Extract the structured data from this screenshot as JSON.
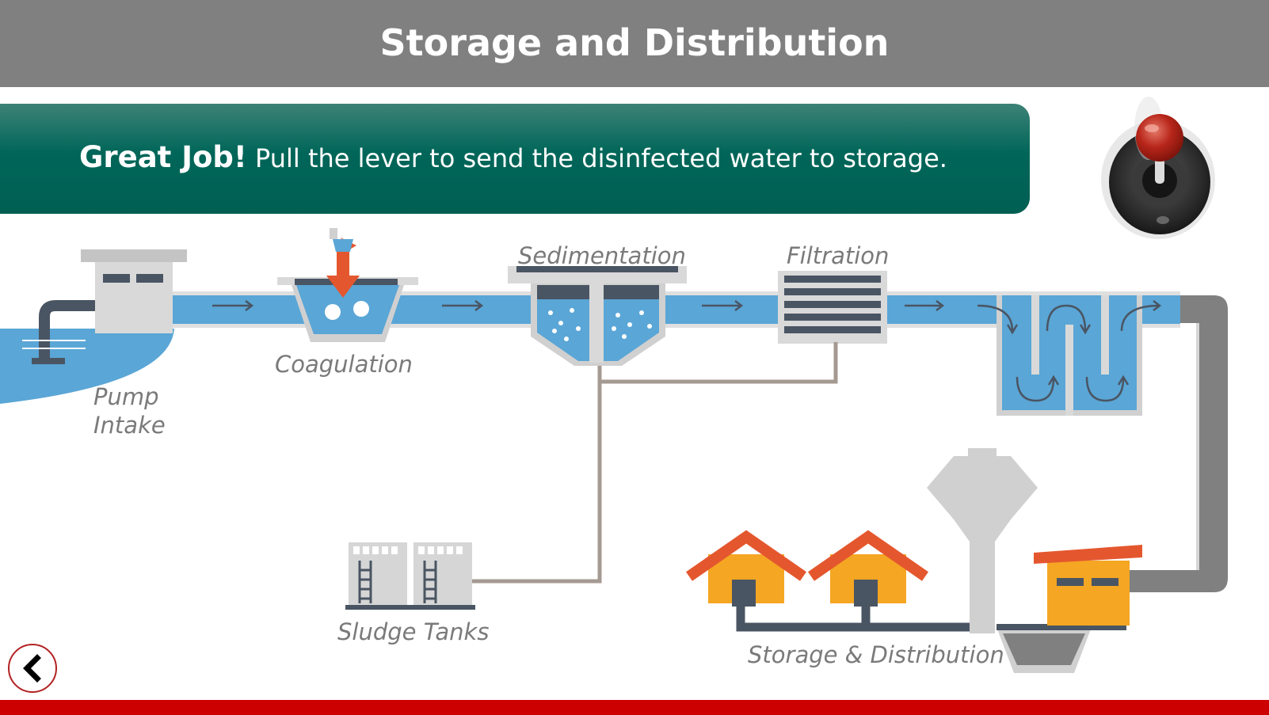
{
  "header": {
    "title": "Storage and Distribution"
  },
  "banner": {
    "emphasis": "Great Job!",
    "message": "Pull the lever to send the disinfected water to storage."
  },
  "diagram": {
    "labels": {
      "pump_intake_line1": "Pump",
      "pump_intake_line2": "Intake",
      "coagulation": "Coagulation",
      "sedimentation": "Sedimentation",
      "filtration": "Filtration",
      "sludge_tanks": "Sludge Tanks",
      "storage_distribution": "Storage & Distribution"
    }
  },
  "controls": {
    "lever": "lever-icon",
    "back": "chevron-left-icon"
  },
  "colors": {
    "header": "#808080",
    "banner": "#00685a",
    "water": "#5aa6d6",
    "footer": "#cc0000",
    "roof": "#e4572e",
    "house": "#f5a623"
  }
}
